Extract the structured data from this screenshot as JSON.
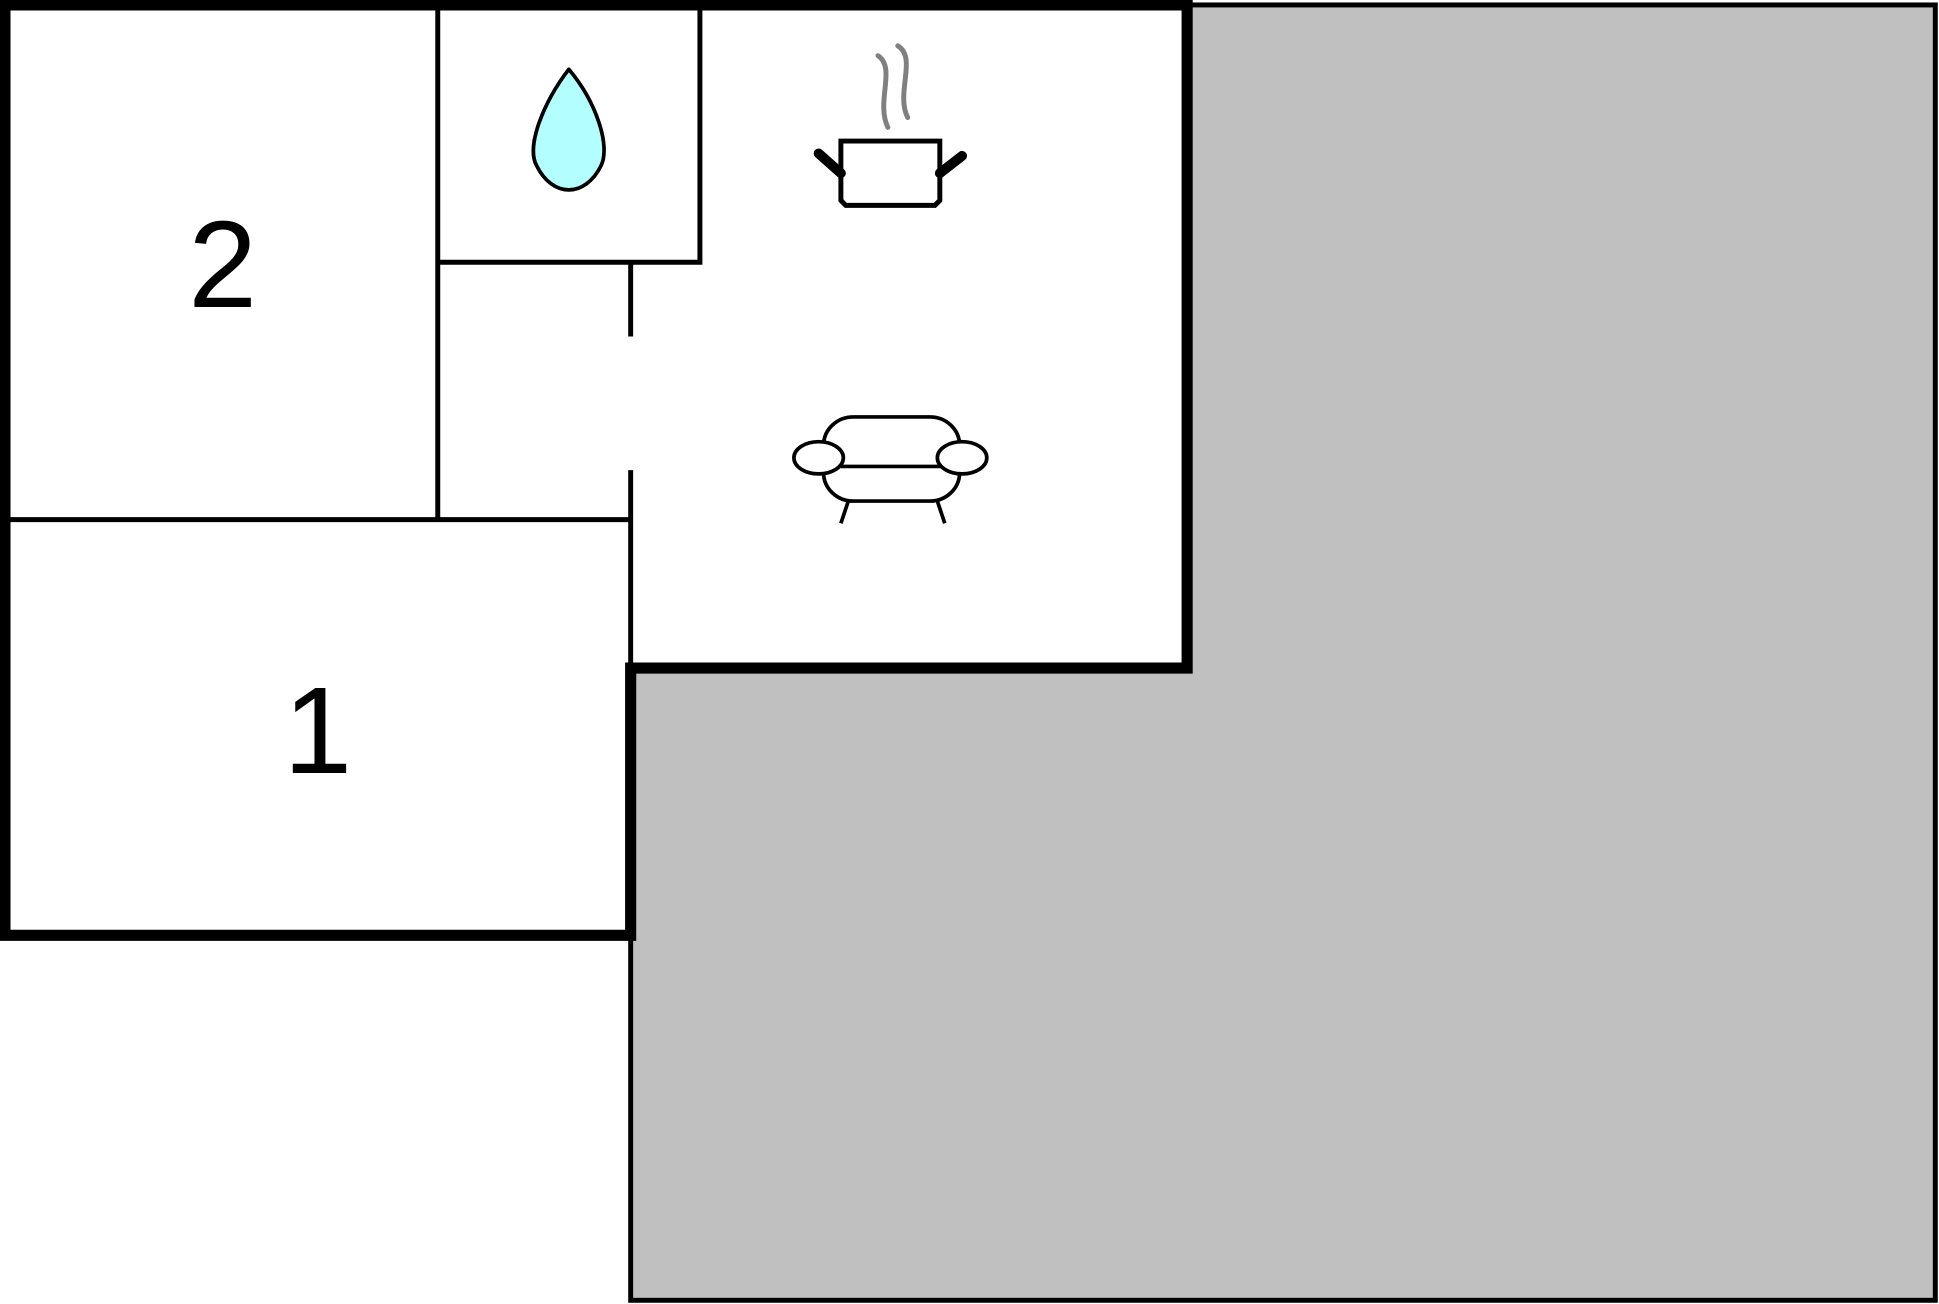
{
  "floorplan": {
    "rooms": [
      {
        "label": "2",
        "type": "bedroom"
      },
      {
        "label": "1",
        "type": "bedroom"
      }
    ],
    "icons": [
      "water-drop-icon",
      "cooking-pot-icon",
      "sofa-icon"
    ],
    "colors": {
      "outside_area": "#c0c0c0",
      "wall": "#000000",
      "water": "#b3ffff",
      "steam": "#808080"
    }
  }
}
